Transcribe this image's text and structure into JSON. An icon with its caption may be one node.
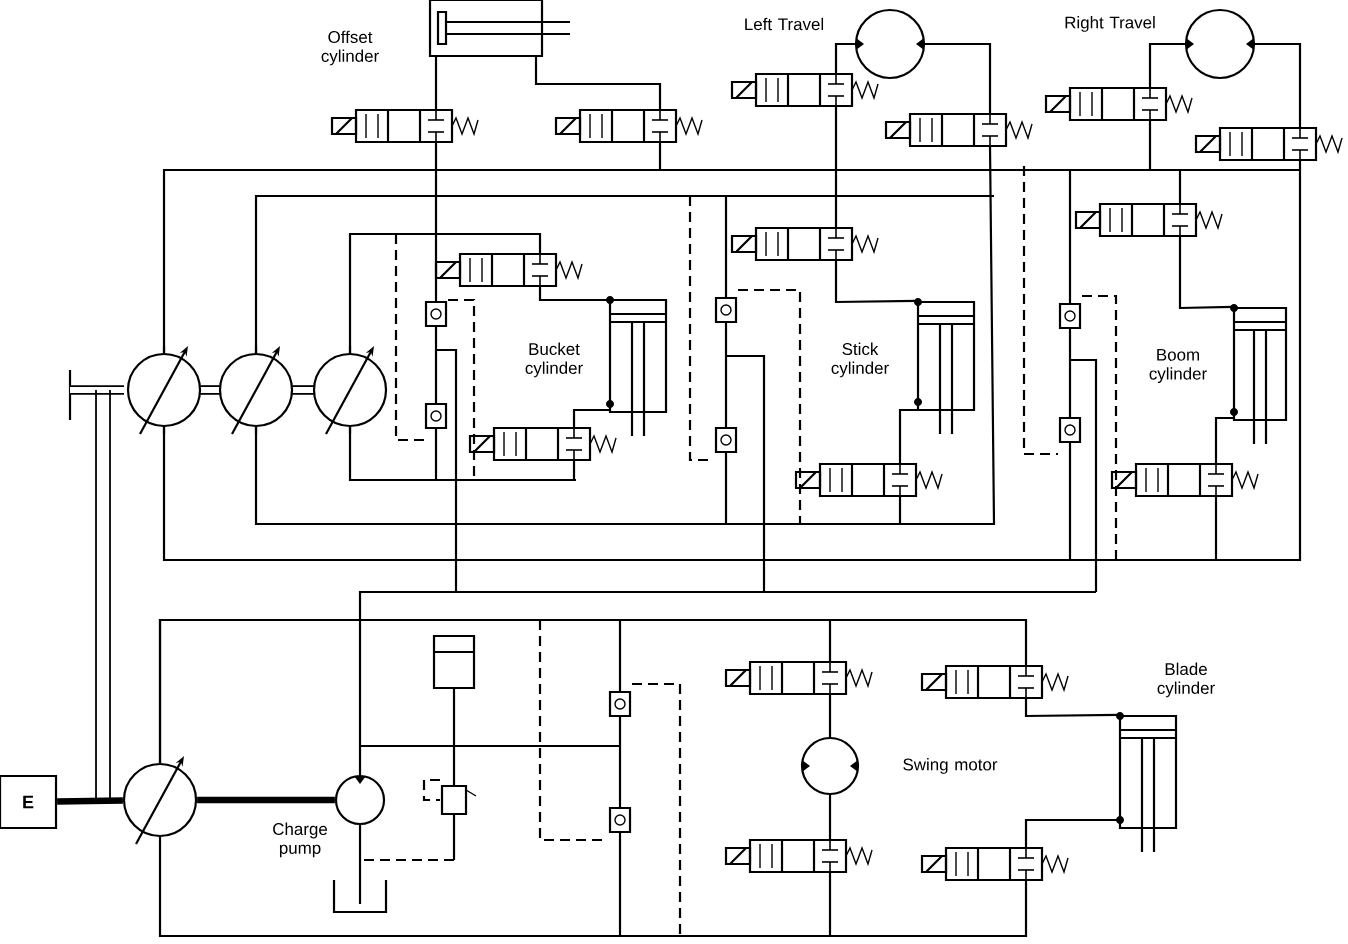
{
  "diagram": {
    "nodes": [
      {
        "text": [
          "E"
        ]
      },
      {
        "text": [],
        "shape": "circle"
      },
      {
        "text": [],
        "shape": "circle",
        "beside": [
          "Charge pump"
        ]
      },
      {
        "text": [],
        "shape": "box",
        "beside": [
          "Offset cylinder"
        ]
      },
      {
        "text": [],
        "shape": "circle",
        "beside": [
          "Left Travel"
        ]
      },
      {
        "text": [],
        "shape": "circle",
        "beside": [
          "Right Travel"
        ]
      },
      {
        "text": [],
        "shape": "box",
        "beside": [
          "Bucket cylinder"
        ]
      },
      {
        "text": [],
        "shape": "box",
        "beside": [
          "Stick cylinder"
        ]
      },
      {
        "text": [],
        "shape": "box",
        "beside": [
          "Boom cylinder"
        ]
      },
      {
        "text": [],
        "shape": "circle",
        "beside": [
          "Swing motor"
        ]
      },
      {
        "text": [],
        "shape": "box",
        "beside": [
          "Blade cylinder"
        ]
      }
    ],
    "edges": [
      {
        "from": 0,
        "to": 1,
        "arrow": "none",
        "style": "thick"
      },
      {
        "from": 1,
        "to": 2,
        "arrow": "none",
        "style": "thick"
      },
      {
        "from": 1,
        "to": 10,
        "arrow": "none"
      },
      {
        "from": 1,
        "to": 9,
        "arrow": "none"
      },
      {
        "from": 4,
        "to": 7,
        "arrow": "none"
      },
      {
        "from": 5,
        "to": 8,
        "arrow": "none"
      }
    ]
  }
}
